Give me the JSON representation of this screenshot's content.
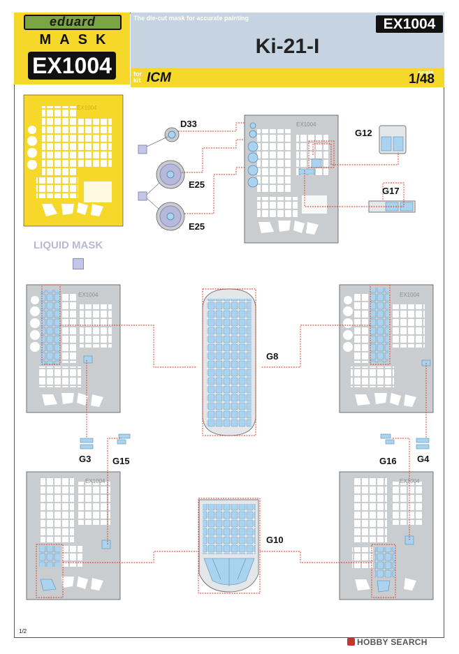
{
  "header": {
    "brand": "eduard",
    "mask_word": "MASK",
    "code": "EX1004",
    "code_tag": "EX1004",
    "tagline": "The die-cut mask for accurate painting",
    "title": "Ki-21-I",
    "for_label": "for",
    "kit_label": "kit",
    "kit_name": "ICM",
    "scale_label": "scale",
    "scale_value": "1/48"
  },
  "sheet_code": "EX1004",
  "legend": {
    "liquid_mask_label": "LIQUID MASK",
    "liquid_mask_color": "#c4c6e6"
  },
  "parts": {
    "d33": "D33",
    "e25_top": "E25",
    "e25_bottom": "E25",
    "g12": "G12",
    "g17": "G17",
    "g8": "G8",
    "g3": "G3",
    "g15": "G15",
    "g16": "G16",
    "g4": "G4",
    "g10": "G10"
  },
  "colors": {
    "mask_yellow": "#f5d829",
    "header_blue": "#c5d4e0",
    "mask_blue": "#a9d3ee",
    "sheet_gray": "#c9cdd0",
    "leader_red": "#e0311f"
  },
  "footer": {
    "page": "1/2",
    "watermark": "HOBBY SEARCH"
  }
}
